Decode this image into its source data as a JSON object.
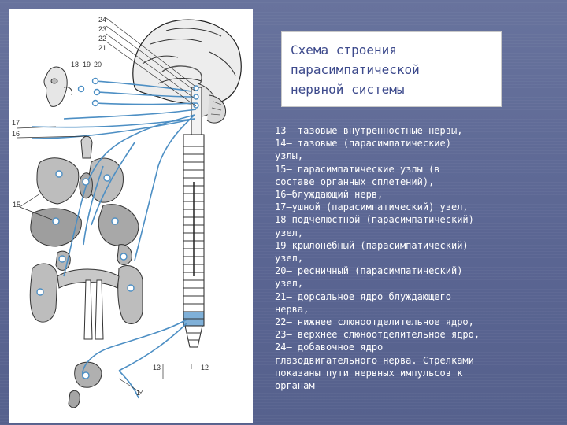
{
  "title": "Схема строения\nпарасимпатической\nнервной системы",
  "legend_text": "13— тазовые внутренностные нервы,\n14— тазовые (парасимпатические)\nузлы,\n15— парасимпатические узлы (в\nсоставе органных сплетений),\n16—блуждающий нерв,\n17—ушной (парасимпатический) узел,\n18—подчелюстной (парасимпатический)\nузел,\n 19—крылонёбный (парасимпатический)\nузел,\n20— ресничный (парасимпатический)\nузел,\n21— дорсальное ядро блуждающего\nнерва,\n22— нижнее слюноотделительное ядро,\n23— верхнее слюноотделительное ядро,\n24— добавочное ядро\nглазодвигательного нерва. Стрелками\nпоказаны пути нервных импульсов к\nорганам",
  "figure_labels": {
    "l24": "24",
    "l23": "23",
    "l22": "22",
    "l21": "21",
    "l18": "18",
    "l19": "19",
    "l20": "20",
    "l17": "17",
    "l16": "16",
    "l15": "15",
    "l13": "13",
    "l12": "12",
    "l14": "14"
  },
  "colors": {
    "background": "#5e6a96",
    "nerve_blue": "#4d8fc4",
    "title_text": "#3d4a8c",
    "legend_text": "#ffffff"
  }
}
